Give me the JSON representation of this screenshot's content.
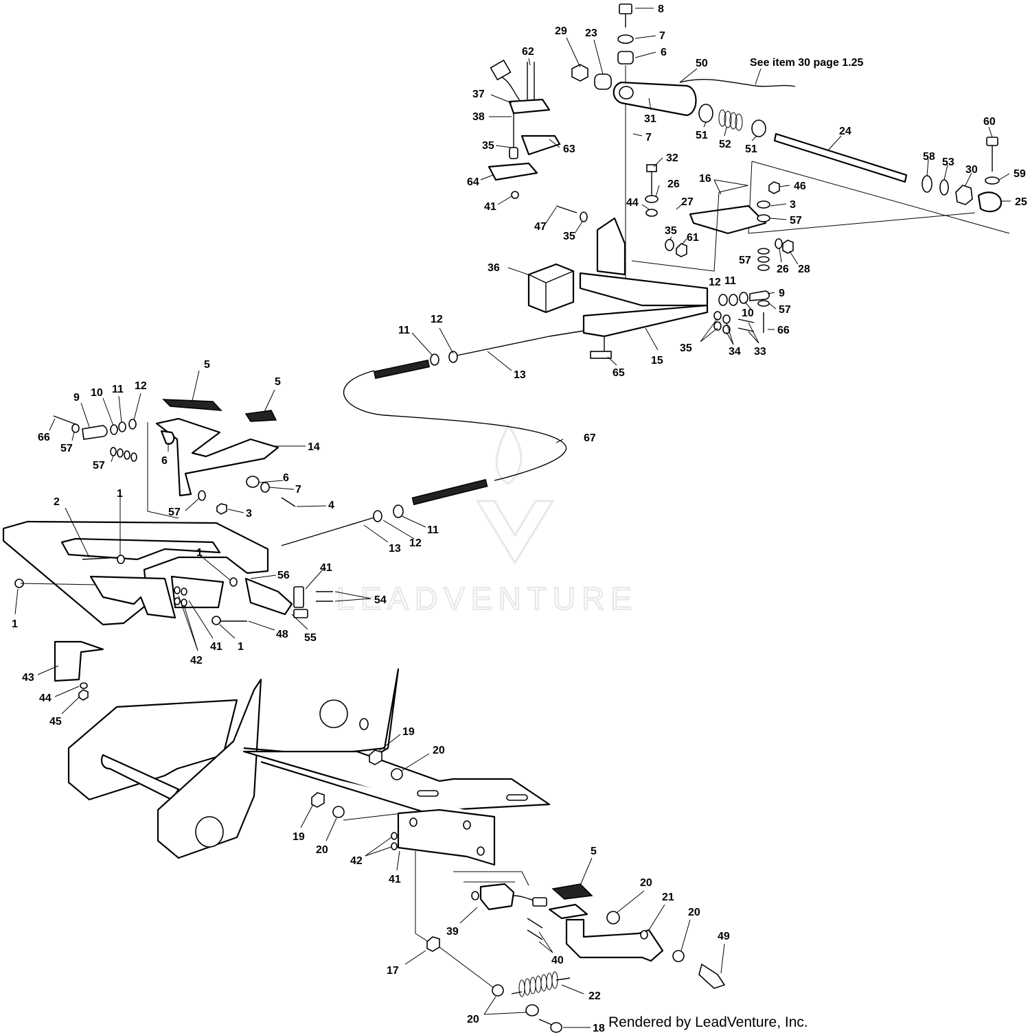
{
  "diagram": {
    "note": "See item 30 page 1.25",
    "credit": "Rendered by LeadVenture, Inc.",
    "watermark": "LEADVENTURE",
    "callouts": [
      {
        "id": "c8",
        "label": "8"
      },
      {
        "id": "c7a",
        "label": "7"
      },
      {
        "id": "c6a",
        "label": "6"
      },
      {
        "id": "c29",
        "label": "29"
      },
      {
        "id": "c23",
        "label": "23"
      },
      {
        "id": "c50",
        "label": "50"
      },
      {
        "id": "c62",
        "label": "62"
      },
      {
        "id": "c37",
        "label": "37"
      },
      {
        "id": "c38",
        "label": "38"
      },
      {
        "id": "c31",
        "label": "31"
      },
      {
        "id": "c51a",
        "label": "51"
      },
      {
        "id": "c52",
        "label": "52"
      },
      {
        "id": "c51b",
        "label": "51"
      },
      {
        "id": "c24",
        "label": "24"
      },
      {
        "id": "c7b",
        "label": "7"
      },
      {
        "id": "c35a",
        "label": "35"
      },
      {
        "id": "c63",
        "label": "63"
      },
      {
        "id": "c64",
        "label": "64"
      },
      {
        "id": "c41a",
        "label": "41"
      },
      {
        "id": "c32",
        "label": "32"
      },
      {
        "id": "c26a",
        "label": "26"
      },
      {
        "id": "c16",
        "label": "16"
      },
      {
        "id": "c46",
        "label": "46"
      },
      {
        "id": "c60",
        "label": "60"
      },
      {
        "id": "c58",
        "label": "58"
      },
      {
        "id": "c53",
        "label": "53"
      },
      {
        "id": "c30",
        "label": "30"
      },
      {
        "id": "c59",
        "label": "59"
      },
      {
        "id": "c25",
        "label": "25"
      },
      {
        "id": "c44a",
        "label": "44"
      },
      {
        "id": "c27",
        "label": "27"
      },
      {
        "id": "c3a",
        "label": "3"
      },
      {
        "id": "c57a",
        "label": "57"
      },
      {
        "id": "c47",
        "label": "47"
      },
      {
        "id": "c35b",
        "label": "35"
      },
      {
        "id": "c35c",
        "label": "35"
      },
      {
        "id": "c61",
        "label": "61"
      },
      {
        "id": "c57b",
        "label": "57"
      },
      {
        "id": "c26b",
        "label": "26"
      },
      {
        "id": "c28",
        "label": "28"
      },
      {
        "id": "c36",
        "label": "36"
      },
      {
        "id": "c12a",
        "label": "12"
      },
      {
        "id": "c11a",
        "label": "11"
      },
      {
        "id": "c9a",
        "label": "9"
      },
      {
        "id": "c10a",
        "label": "10"
      },
      {
        "id": "c57c",
        "label": "57"
      },
      {
        "id": "c66a",
        "label": "66"
      },
      {
        "id": "c35d",
        "label": "35"
      },
      {
        "id": "c34",
        "label": "34"
      },
      {
        "id": "c33",
        "label": "33"
      },
      {
        "id": "c15",
        "label": "15"
      },
      {
        "id": "c65",
        "label": "65"
      },
      {
        "id": "c12b",
        "label": "12"
      },
      {
        "id": "c11b",
        "label": "11"
      },
      {
        "id": "c13a",
        "label": "13"
      },
      {
        "id": "c5a",
        "label": "5"
      },
      {
        "id": "c5b",
        "label": "5"
      },
      {
        "id": "c9b",
        "label": "9"
      },
      {
        "id": "c10b",
        "label": "10"
      },
      {
        "id": "c11c",
        "label": "11"
      },
      {
        "id": "c12c",
        "label": "12"
      },
      {
        "id": "c66b",
        "label": "66"
      },
      {
        "id": "c57d",
        "label": "57"
      },
      {
        "id": "c57e",
        "label": "57"
      },
      {
        "id": "c6b",
        "label": "6"
      },
      {
        "id": "c14",
        "label": "14"
      },
      {
        "id": "c67",
        "label": "67"
      },
      {
        "id": "c6c",
        "label": "6"
      },
      {
        "id": "c7c",
        "label": "7"
      },
      {
        "id": "c4",
        "label": "4"
      },
      {
        "id": "c57f",
        "label": "57"
      },
      {
        "id": "c3b",
        "label": "3"
      },
      {
        "id": "c2",
        "label": "2"
      },
      {
        "id": "c1a",
        "label": "1"
      },
      {
        "id": "c11d",
        "label": "11"
      },
      {
        "id": "c12d",
        "label": "12"
      },
      {
        "id": "c13b",
        "label": "13"
      },
      {
        "id": "c1b",
        "label": "1"
      },
      {
        "id": "c56",
        "label": "56"
      },
      {
        "id": "c41b",
        "label": "41"
      },
      {
        "id": "c54",
        "label": "54"
      },
      {
        "id": "c1c",
        "label": "1"
      },
      {
        "id": "c41c",
        "label": "41"
      },
      {
        "id": "c1d",
        "label": "1"
      },
      {
        "id": "c48",
        "label": "48"
      },
      {
        "id": "c55",
        "label": "55"
      },
      {
        "id": "c42a",
        "label": "42"
      },
      {
        "id": "c43",
        "label": "43"
      },
      {
        "id": "c44b",
        "label": "44"
      },
      {
        "id": "c45",
        "label": "45"
      },
      {
        "id": "c19a",
        "label": "19"
      },
      {
        "id": "c20a",
        "label": "20"
      },
      {
        "id": "c19b",
        "label": "19"
      },
      {
        "id": "c20b",
        "label": "20"
      },
      {
        "id": "c42b",
        "label": "42"
      },
      {
        "id": "c41d",
        "label": "41"
      },
      {
        "id": "c5c",
        "label": "5"
      },
      {
        "id": "c20c",
        "label": "20"
      },
      {
        "id": "c21",
        "label": "21"
      },
      {
        "id": "c20d",
        "label": "20"
      },
      {
        "id": "c39",
        "label": "39"
      },
      {
        "id": "c40",
        "label": "40"
      },
      {
        "id": "c49",
        "label": "49"
      },
      {
        "id": "c17",
        "label": "17"
      },
      {
        "id": "c22",
        "label": "22"
      },
      {
        "id": "c20e",
        "label": "20"
      },
      {
        "id": "c18",
        "label": "18"
      }
    ]
  }
}
